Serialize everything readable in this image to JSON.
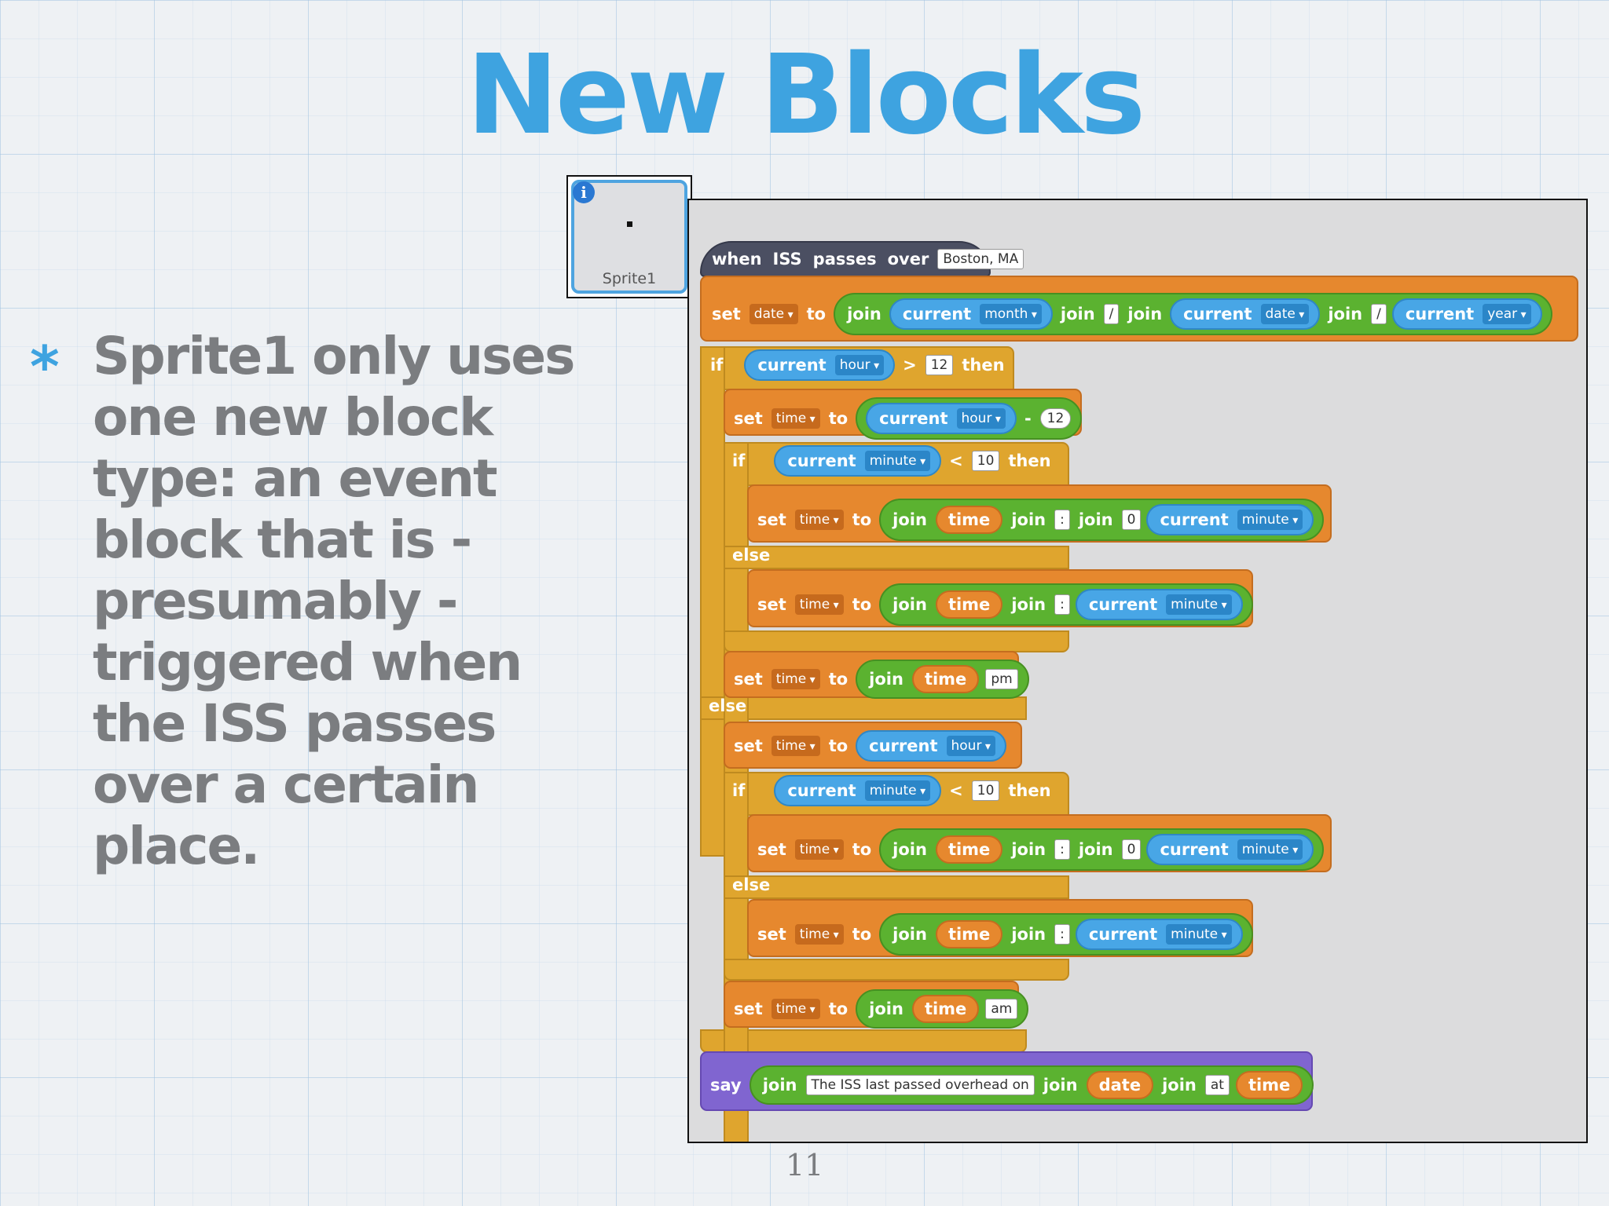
{
  "slide": {
    "title": "New Blocks",
    "bullet_symbol": "*",
    "bullet": "Sprite1 only uses one new block type: an event block that is - presumably - triggered when the ISS passes over a certain place.",
    "page_number": "11"
  },
  "sprite": {
    "info_icon": "i",
    "label": "Sprite1"
  },
  "script": {
    "hat": {
      "when": "when",
      "iss": "ISS",
      "passes": "passes",
      "over": "over",
      "place": "Boston, MA"
    },
    "kw": {
      "set": "set",
      "to": "to",
      "join": "join",
      "current": "current",
      "if": "if",
      "then": "then",
      "else": "else",
      "say": "say",
      "gt": ">",
      "lt": "<",
      "minus": "-"
    },
    "vars": {
      "date": "date",
      "time": "time"
    },
    "opts": {
      "month": "month",
      "date": "date",
      "year": "year",
      "hour": "hour",
      "minute": "minute"
    },
    "literals": {
      "slash": "/",
      "twelve": "12",
      "ten": "10",
      "colon": ":",
      "zero": "0",
      "pm": "pm",
      "am": "am",
      "iss_text": "The ISS last passed overhead on",
      "at": "at"
    }
  }
}
